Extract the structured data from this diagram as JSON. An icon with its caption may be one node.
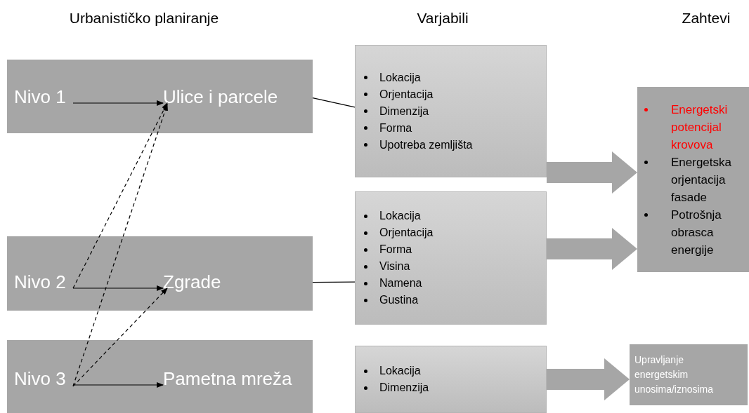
{
  "diagram": {
    "nodes": [
      {
        "text": [],
        "shape": "bar"
      },
      {
        "text": [
          "Nivo 1"
        ],
        "in": 0
      },
      {
        "text": [
          "Ulice i parcele"
        ],
        "in": 0
      },
      {
        "text": [],
        "shape": "bar"
      },
      {
        "text": [
          "Nivo 2"
        ],
        "in": 3
      },
      {
        "text": [
          "Zgrade"
        ],
        "in": 3
      },
      {
        "text": [],
        "shape": "bar"
      },
      {
        "text": [
          "Nivo 3"
        ],
        "in": 6
      },
      {
        "text": [
          "Pametna mreža"
        ],
        "in": 6
      },
      {
        "text": [
          "Lokacija",
          "Orjentacija",
          "Dimenzija",
          "Forma",
          "Upotreba zemljišta"
        ]
      },
      {
        "text": [
          "Lokacija",
          "Orjentacija",
          "Forma",
          "Visina",
          "Namena",
          "Gustina"
        ]
      },
      {
        "text": [
          "Lokacija",
          "Dimenzija"
        ]
      },
      {
        "text": [
          "Energetski potencijal krovova",
          "Energetska orjentacija fasade",
          "Potrošnja obrasca energije"
        ]
      },
      {
        "text": [
          "Upravljanje energetskim unosima/iznosima"
        ]
      }
    ],
    "edges": [
      {
        "from": 1,
        "to": 2,
        "arrow": "to"
      },
      {
        "from": 4,
        "to": 5,
        "arrow": "to"
      },
      {
        "from": 7,
        "to": 8,
        "arrow": "to"
      },
      {
        "from": 4,
        "to": 2,
        "arrow": "to",
        "style": "dashed"
      },
      {
        "from": 7,
        "to": 2,
        "arrow": "to",
        "style": "dashed"
      },
      {
        "from": 7,
        "to": 5,
        "arrow": "to",
        "style": "dashed"
      },
      {
        "from": 0,
        "to": 9,
        "arrow": "none"
      },
      {
        "from": 3,
        "to": 10,
        "arrow": "none"
      },
      {
        "from": 9,
        "to": 12,
        "arrow": "to",
        "style": "thick",
        "color": "#a6a6a6"
      },
      {
        "from": 10,
        "to": 12,
        "arrow": "to",
        "style": "thick",
        "color": "#a6a6a6"
      },
      {
        "from": 11,
        "to": 13,
        "arrow": "to",
        "style": "thick",
        "color": "#a6a6a6"
      }
    ],
    "labels": [
      "Urbanističko planiranje",
      "Varjabili",
      "Zahtevi"
    ]
  }
}
